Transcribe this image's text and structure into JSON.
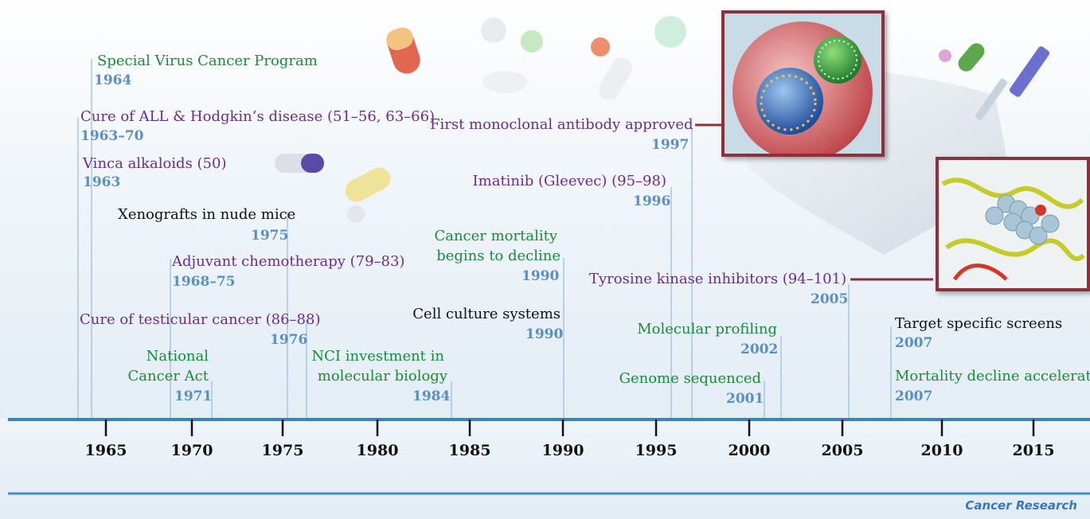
{
  "events": [
    {
      "id": "svcp",
      "label": "Special Virus Cancer Program",
      "year": "1964",
      "color": "green"
    },
    {
      "id": "all",
      "label": "Cure of ALL & Hodgkin’s disease (51–56, 63–66)",
      "year": "1963–70",
      "color": "purple"
    },
    {
      "id": "vinca",
      "label": "Vinca alkaloids (50)",
      "year": "1963",
      "color": "purple"
    },
    {
      "id": "xeno",
      "label": "Xenografts in nude mice",
      "year": "1975",
      "color": "black"
    },
    {
      "id": "adjuvant",
      "label": "Adjuvant chemotherapy (79–83)",
      "year": "1968–75",
      "color": "purple"
    },
    {
      "id": "testicular",
      "label": "Cure of testicular cancer (86–88)",
      "year": "1976",
      "color": "purple"
    },
    {
      "id": "nca",
      "label_lines": [
        "National",
        "Cancer Act"
      ],
      "year": "1971",
      "color": "green"
    },
    {
      "id": "nci",
      "label_lines": [
        "NCI investment in",
        "molecular biology"
      ],
      "year": "1984",
      "color": "green"
    },
    {
      "id": "cellculture",
      "label": "Cell culture systems",
      "year": "1990",
      "color": "black"
    },
    {
      "id": "mortality",
      "label_lines": [
        "Cancer mortality",
        "begins to decline"
      ],
      "year": "1990",
      "color": "green"
    },
    {
      "id": "monoclonal",
      "label": "First monoclonal antibody approved",
      "year": "1997",
      "color": "purple"
    },
    {
      "id": "imatinib",
      "label": "Imatinib  (Gleevec) (95–98)",
      "year": "1996",
      "color": "purple"
    },
    {
      "id": "tki",
      "label": "Tyrosine kinase inhibitors (94–101)",
      "year": "2005",
      "color": "purple"
    },
    {
      "id": "profiling",
      "label": "Molecular profiling",
      "year": "2002",
      "color": "green"
    },
    {
      "id": "genome",
      "label": "Genome  sequenced",
      "year": "2001",
      "color": "green"
    },
    {
      "id": "target",
      "label": "Target specific screens",
      "year": "2007",
      "color": "black"
    },
    {
      "id": "accel",
      "label": "Mortality decline accelerates",
      "year": "2007",
      "color": "green"
    }
  ],
  "axis": {
    "ticks": [
      "1965",
      "1970",
      "1975",
      "1980",
      "1985",
      "1990",
      "1995",
      "2000",
      "2005",
      "2010",
      "2015"
    ]
  },
  "credit": "Cancer Research",
  "colors": {
    "axis": "#3b80c0",
    "connector": "#a7c6e4",
    "frame": "#8e2f3a",
    "green": "#1b8a3a",
    "purple": "#6a2e8a",
    "year": "#5b8fc2"
  }
}
